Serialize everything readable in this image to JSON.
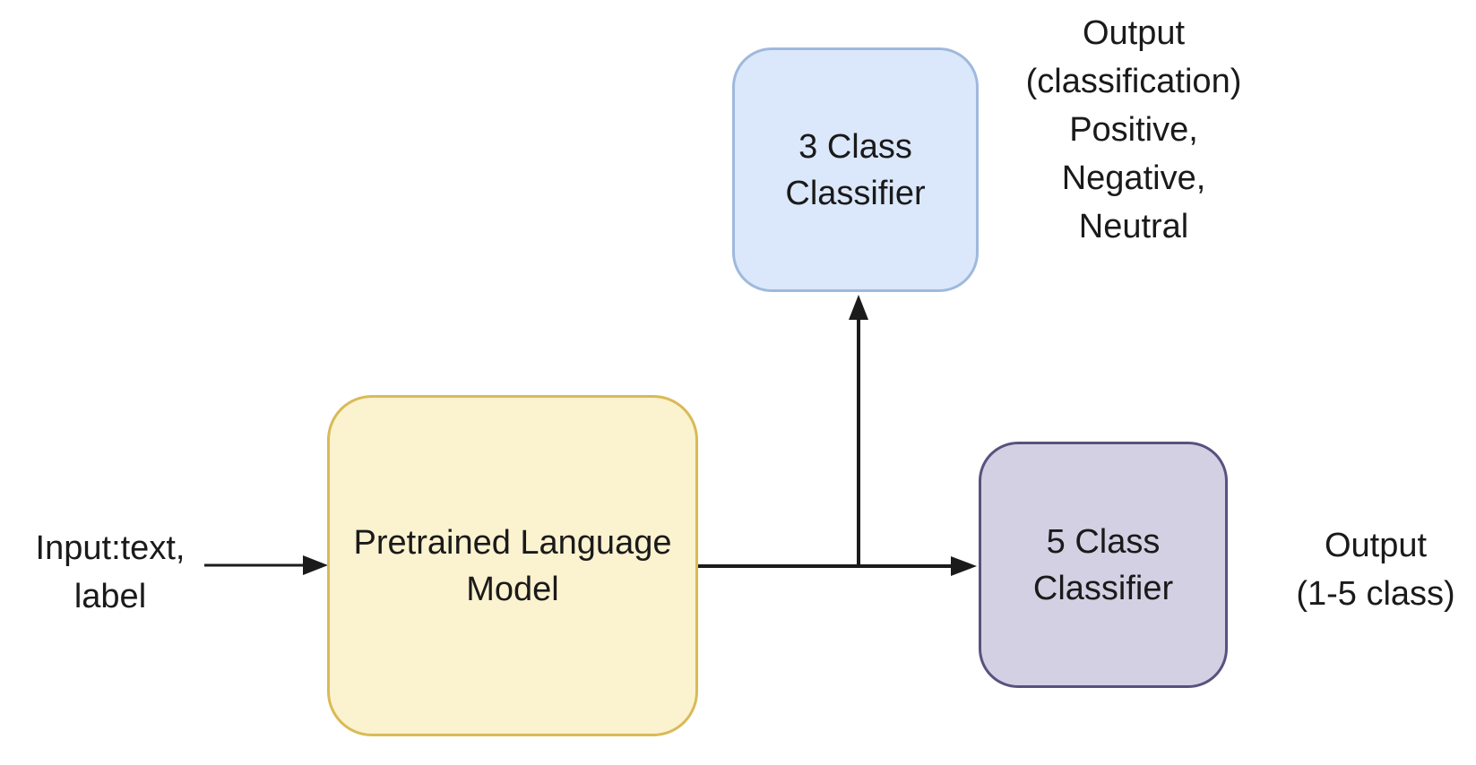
{
  "diagram": {
    "nodes": {
      "pretrained_model": {
        "label": "Pretrained Language\nModel",
        "fill": "#fbf2cf",
        "border": "#d9ba56"
      },
      "classifier_3": {
        "label": "3 Class\nClassifier",
        "fill": "#dbe8fb",
        "border": "#9fb9dd"
      },
      "classifier_5": {
        "label": "5 Class\nClassifier",
        "fill": "#d2d0e2",
        "border": "#57527e"
      }
    },
    "annotations": {
      "input": "Input:text,\nlabel",
      "output_classification": "Output\n(classification)\nPositive,\nNegative,\nNeutral",
      "output_class_range": "Output\n(1-5 class)"
    },
    "colors": {
      "arrow": "#1b1b1b",
      "text": "#1a1a1a",
      "background": "#ffffff"
    }
  }
}
